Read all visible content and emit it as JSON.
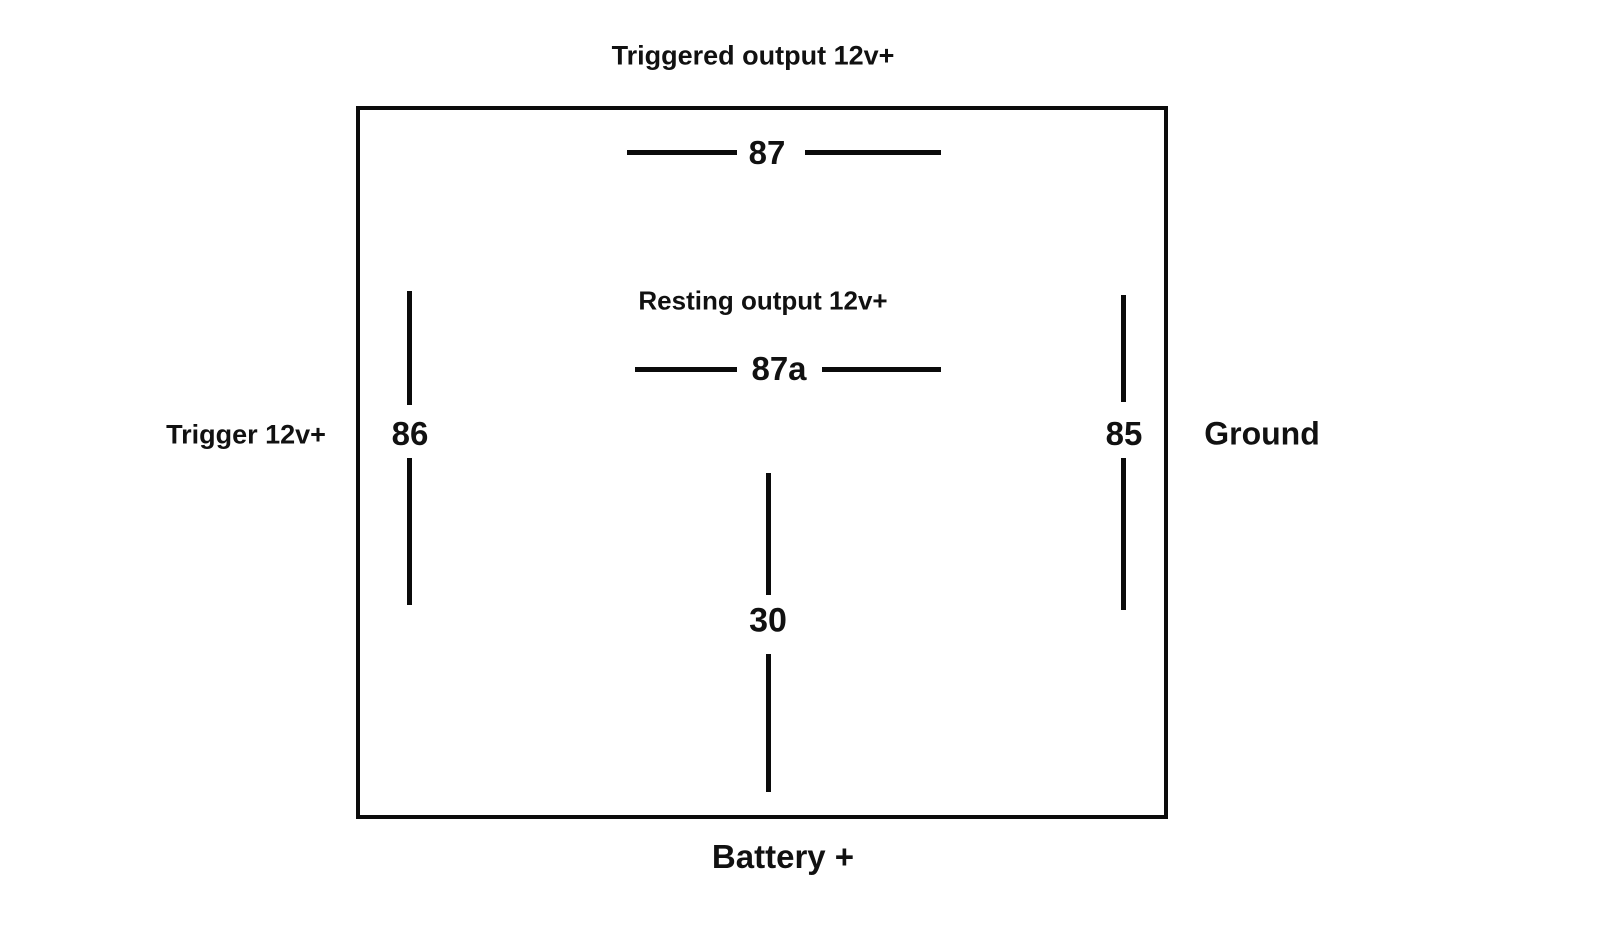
{
  "diagram": {
    "type": "relay-pinout",
    "colors": {
      "background": "#ffffff",
      "line": "#0b0b0b",
      "text": "#111111"
    },
    "labels": {
      "triggered_output": "Triggered output 12v+",
      "resting_output": "Resting output 12v+",
      "trigger": "Trigger 12v+",
      "ground": "Ground",
      "battery": "Battery +"
    },
    "pins": {
      "pin87": "87",
      "pin87a": "87a",
      "pin86": "86",
      "pin85": "85",
      "pin30": "30"
    }
  }
}
